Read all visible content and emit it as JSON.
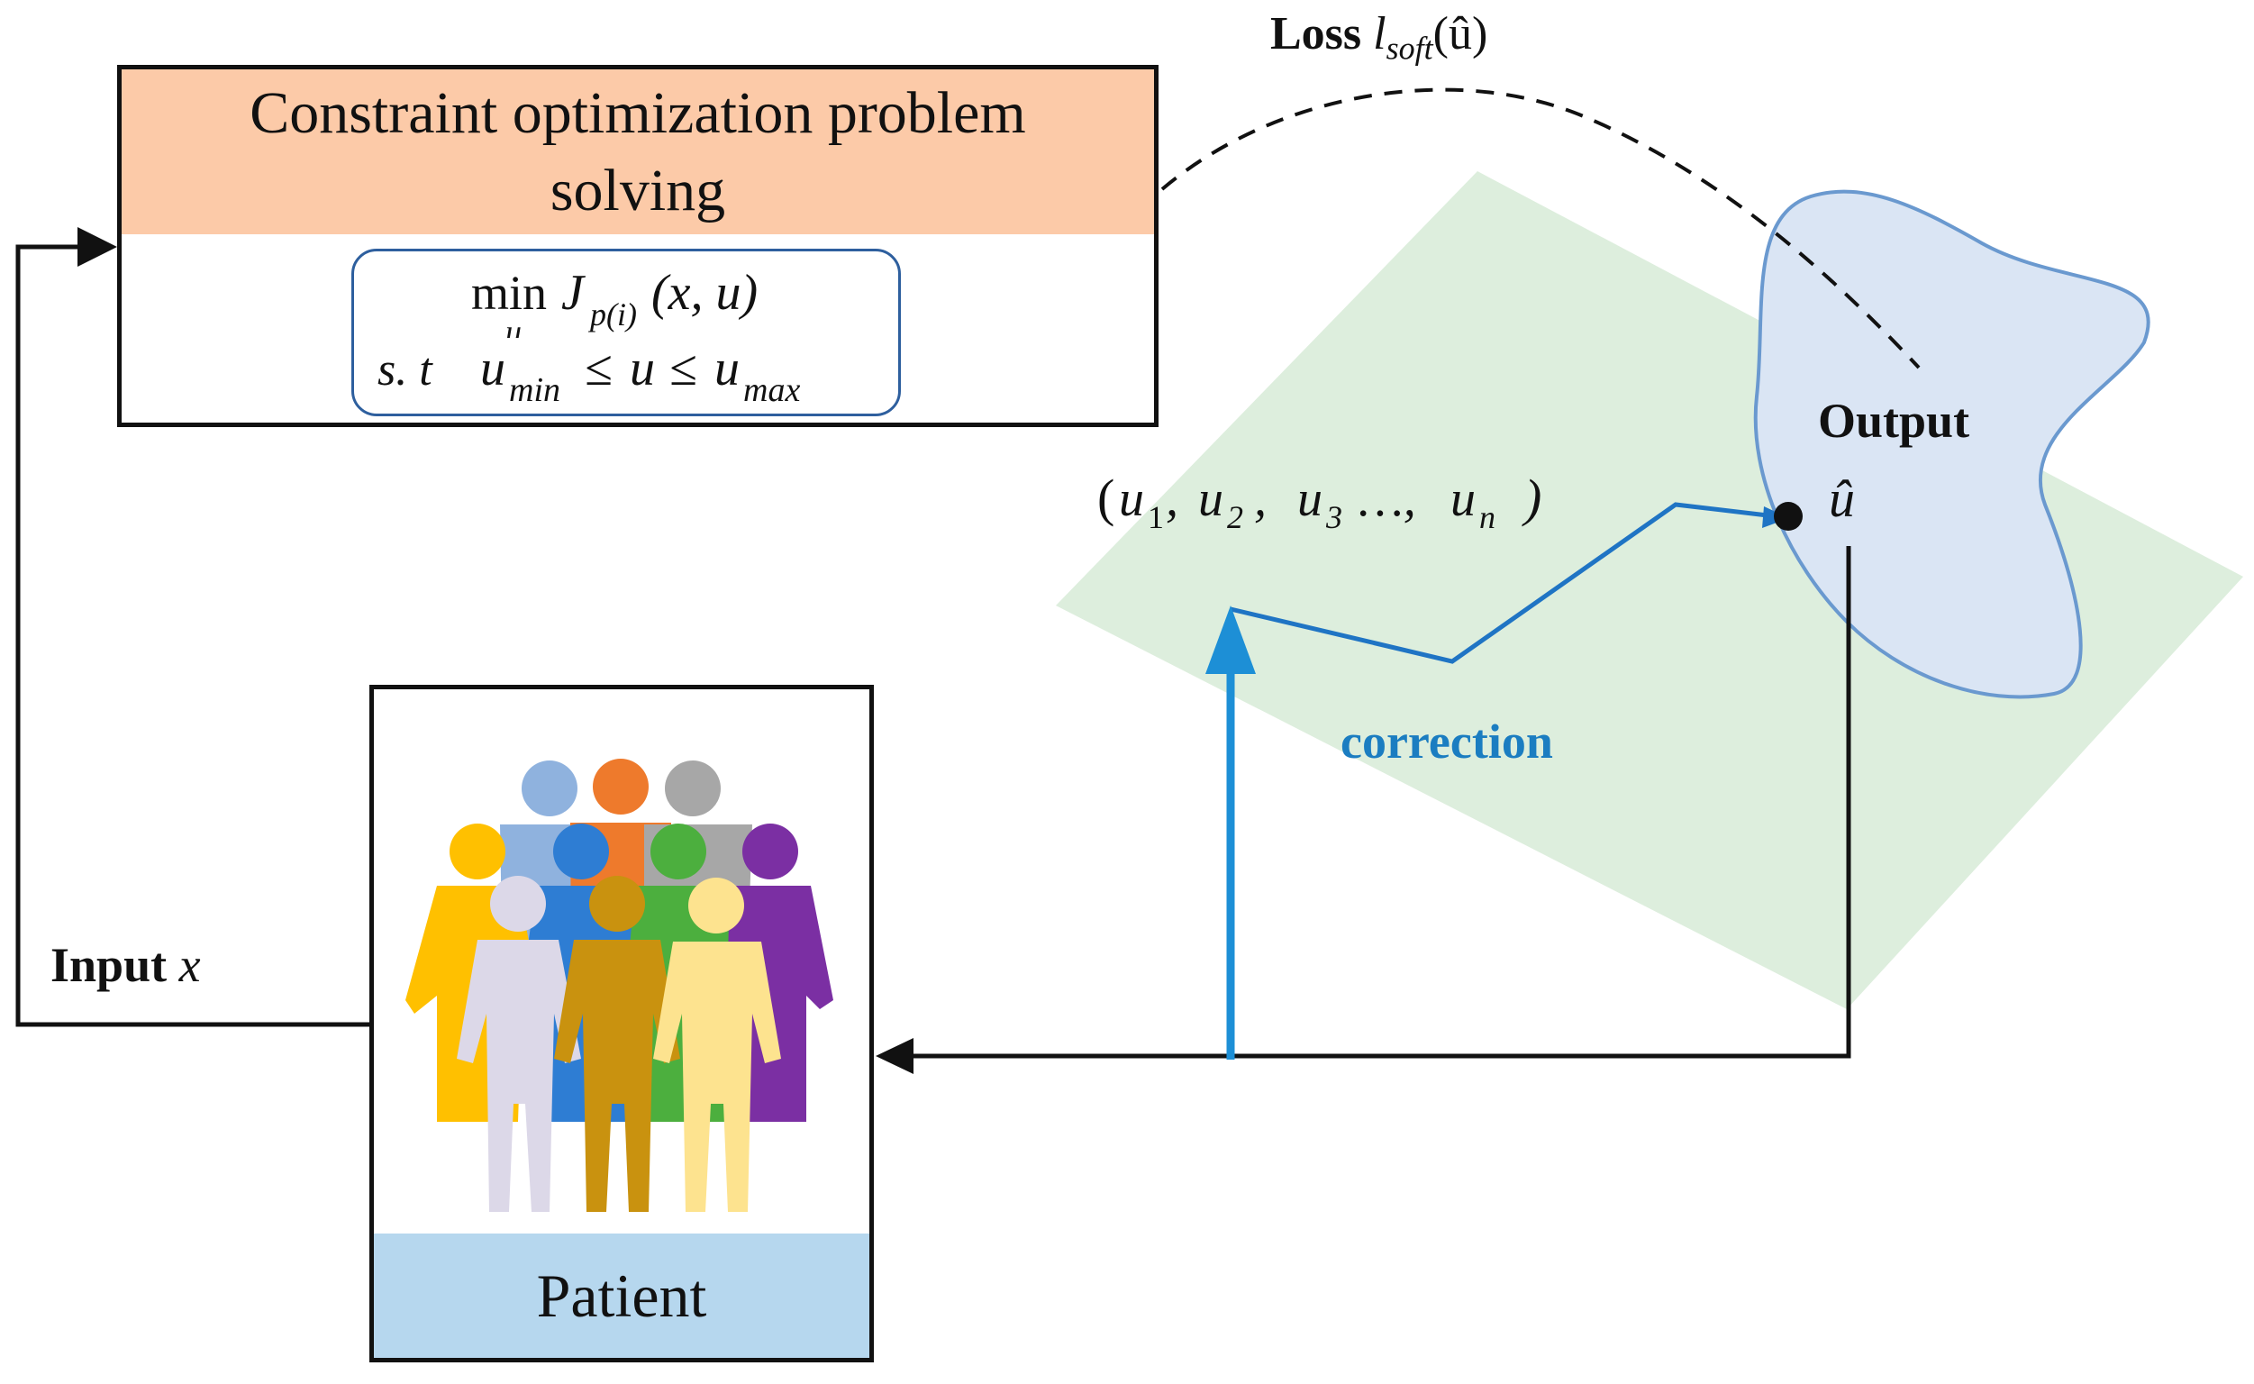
{
  "optimization": {
    "title": "Constraint optimization problem solving",
    "formula_objective": "min J_p(i)(x, u)",
    "formula_constraint": "s.t  u_min ≤ u ≤ u_max"
  },
  "labels": {
    "loss_word": "Loss",
    "loss_expr": "l_soft(û)",
    "output": "Output",
    "u_hat": "û",
    "sequence": "(u1, u2 , u3 …, un )",
    "correction": "correction",
    "input_word": "Input",
    "input_var": "x",
    "patient": "Patient"
  },
  "colors": {
    "header_fill": "#fccaa8",
    "patient_fill": "#b6d7ee",
    "plane_fill": "#ddeedd",
    "blob_fill": "#dae5f4",
    "blob_stroke": "#6a99cf",
    "path_blue": "#1f74c4",
    "correction_arrow": "#1d8fd6",
    "correction_text": "#1b7dc1",
    "people": [
      "#8fb2de",
      "#ee7a2c",
      "#a7a7a7",
      "#ffc000",
      "#2e7dd3",
      "#4caf3e",
      "#7b2fa3",
      "#dcd8e8",
      "#c9920f",
      "#fde38f"
    ]
  }
}
